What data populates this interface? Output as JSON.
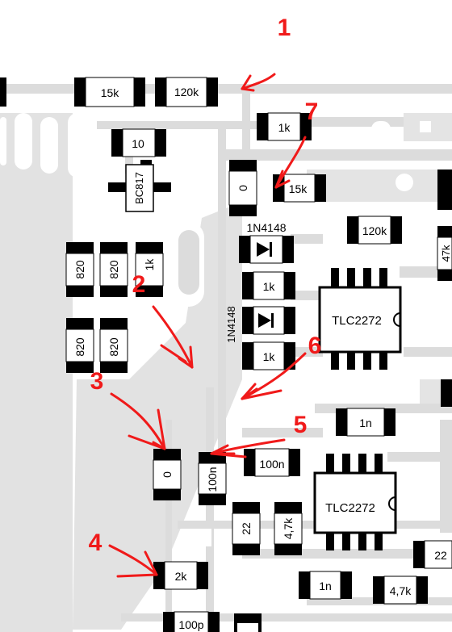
{
  "colors": {
    "background": "#ffffff",
    "trace": "#dcdcdc",
    "pad": "#000000",
    "body": "#ffffff",
    "annotation": "#f01a1a"
  },
  "components": {
    "r_15k_top": "15k",
    "r_120k_top": "120k",
    "r_1k_a": "1k",
    "r_10": "10",
    "transistor": "BC817",
    "r_0_a": "0",
    "r_15k_b": "15k",
    "r_120k_b": "120k",
    "diode_1": "1N4148",
    "diode_2": "1N4148",
    "r_820_a": "820",
    "r_820_b": "820",
    "r_1k_rot": "1k",
    "r_1k_b": "1k",
    "r_1k_c": "1k",
    "r_820_c": "820",
    "r_820_d": "820",
    "r_47k_edge": "47k",
    "ic_1": "TLC2272",
    "c_1n_a": "1n",
    "r_0_b": "0",
    "c_100n_a": "100n",
    "c_100n_b": "100n",
    "ic_2": "TLC2272",
    "r_22_a": "22",
    "r_47k_a": "4,7k",
    "r_22_b": "22",
    "r_2k": "2k",
    "c_1n_b": "1n",
    "r_47k_b": "4,7k",
    "c_100p": "100p"
  },
  "annotations": {
    "n1": "1",
    "n2": "2",
    "n3": "3",
    "n4": "4",
    "n5": "5",
    "n6": "6",
    "n7": "7"
  }
}
